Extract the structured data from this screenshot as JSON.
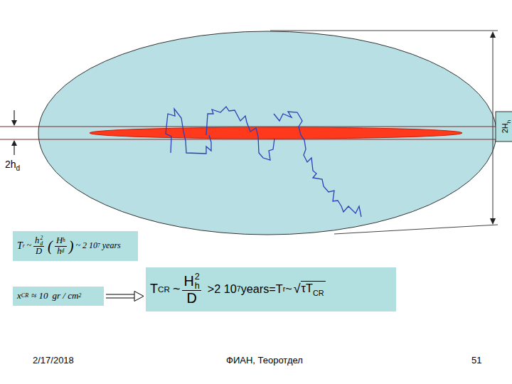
{
  "diagram": {
    "nodes": [
      {
        "text": [
          "T",
          "r",
          "~",
          "h",
          "2",
          "d",
          "D",
          "(",
          "H",
          "h",
          "h",
          "d",
          ")",
          "~ 2 10",
          "7",
          "years"
        ]
      },
      {
        "text": [
          "x",
          "CR",
          "≈ 10",
          "gr / cm",
          "2"
        ]
      },
      {
        "text": [
          "T",
          "CR",
          "~",
          "H",
          "h",
          "2",
          "D",
          ">2 10",
          "7",
          "years=T",
          "r",
          "~",
          "√",
          "τT",
          "CR"
        ]
      }
    ],
    "edges": [
      {
        "from": 1,
        "to": 2,
        "arrow": "to"
      }
    ],
    "labels": [
      "2h",
      "d",
      "2H",
      "h",
      "2/17/2018",
      "ФИАН, Теоротдел",
      "51"
    ]
  }
}
